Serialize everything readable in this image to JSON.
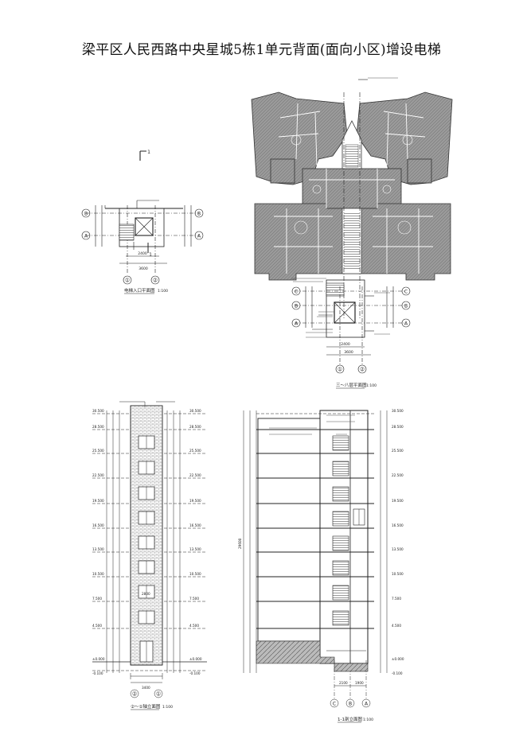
{
  "title": "梁平区人民西路中央星城5栋1单元背面(面向小区)增设电梯",
  "views": {
    "entry_plan": {
      "caption": "电梯入口平面图",
      "scale": "1:100",
      "dims": [
        "2400",
        "3600"
      ],
      "section_mark": "1"
    },
    "floor_plan": {
      "caption": "三～八层平面图",
      "scale": "1:100",
      "dims": [
        "2400",
        "3600"
      ]
    },
    "elevation": {
      "caption": "②～①轴立面图",
      "scale": "1:100",
      "base_dim": "3400",
      "mid_dim": "2800"
    },
    "section": {
      "caption": "1-1剖立面图",
      "scale": "1:100",
      "bottom_dims": [
        "2100",
        "1900"
      ],
      "total_height": "29600"
    }
  },
  "axis_labels": {
    "A": "A",
    "B": "B",
    "C": "C",
    "one": "①",
    "two": "②"
  },
  "elevations": [
    "30.500",
    "28.500",
    "25.500",
    "22.500",
    "19.500",
    "16.500",
    "13.500",
    "10.500",
    "7.500",
    "4.500",
    "±0.000",
    "-0.100"
  ]
}
